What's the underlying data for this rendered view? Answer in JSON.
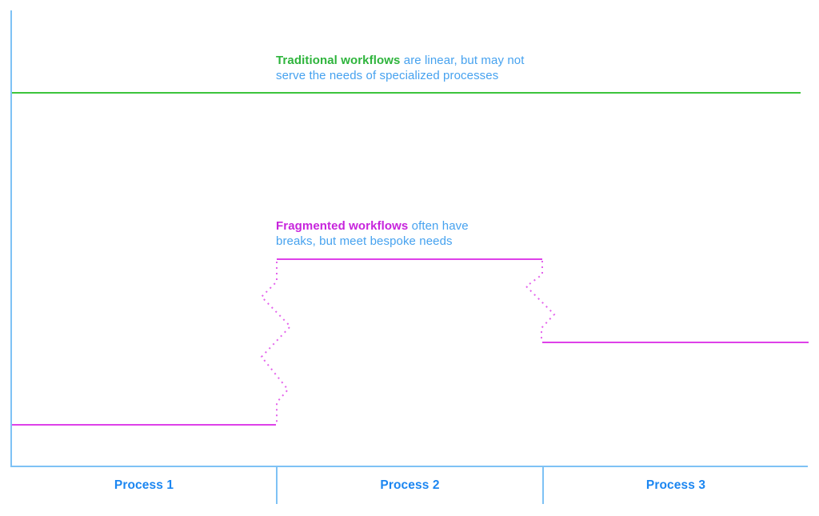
{
  "colors": {
    "axis_blue": "#7ec2f5",
    "green_line": "#3cc43c",
    "green_text": "#2eb43c",
    "magenta_line": "#de41e9",
    "magenta_dotted": "#e463ec",
    "magenta_text": "#c724dc",
    "body_blue": "#46a2ef",
    "label_blue": "#1b86f1"
  },
  "annotations": {
    "traditional": {
      "lead": "Traditional workflows",
      "line1_rest": "are linear, but may not",
      "line2": "serve the needs of specialized processes"
    },
    "fragmented": {
      "lead": "Fragmented workflows",
      "line1_rest": "often have",
      "line2": "breaks, but meet bespoke needs"
    }
  },
  "x_axis": {
    "labels": [
      "Process 1",
      "Process 2",
      "Process 3"
    ]
  },
  "chart_data": {
    "type": "line",
    "title": "",
    "xlabel": "",
    "ylabel": "",
    "grid": false,
    "legend_position": "inline-annotations",
    "x_categories": [
      "Process 1",
      "Process 2",
      "Process 3"
    ],
    "series": [
      {
        "name": "Traditional workflows",
        "style": "solid",
        "color": "green_line",
        "values_relative": [
          0.82,
          0.82,
          0.82
        ],
        "note": "single continuous horizontal line across all three processes"
      },
      {
        "name": "Fragmented workflows",
        "style": "solid segments with dotted zigzag breaks between processes",
        "color": "magenta_line",
        "values_relative": [
          0.09,
          0.455,
          0.27
        ],
        "note": "level jumps up after Process 1 and down after Process 2"
      }
    ],
    "lines": [
      {
        "name": "y-axis-line",
        "color": "axis_blue",
        "width": 2,
        "dotted": false,
        "points": [
          [
            14,
            13
          ],
          [
            14,
            583
          ]
        ]
      },
      {
        "name": "x-axis-line",
        "color": "axis_blue",
        "width": 2,
        "dotted": false,
        "points": [
          [
            13,
            583
          ],
          [
            1010,
            583
          ]
        ]
      },
      {
        "name": "x-axis-tick-1",
        "color": "axis_blue",
        "width": 2,
        "dotted": false,
        "points": [
          [
            346,
            584
          ],
          [
            346,
            630
          ]
        ]
      },
      {
        "name": "x-axis-tick-2",
        "color": "axis_blue",
        "width": 2,
        "dotted": false,
        "points": [
          [
            679,
            584
          ],
          [
            679,
            630
          ]
        ]
      },
      {
        "name": "traditional-line",
        "color": "green_line",
        "width": 2,
        "dotted": false,
        "points": [
          [
            15,
            116
          ],
          [
            1001,
            116
          ]
        ]
      },
      {
        "name": "fragmented-line-process-1",
        "color": "magenta_line",
        "width": 2,
        "dotted": false,
        "points": [
          [
            15,
            531
          ],
          [
            345,
            531
          ]
        ]
      },
      {
        "name": "fragmented-break-1-zigzag",
        "color": "magenta_dotted",
        "width": 2,
        "dotted": true,
        "points": [
          [
            346,
            327
          ],
          [
            346,
            352
          ],
          [
            327,
            371
          ],
          [
            363,
            408
          ],
          [
            327,
            446
          ],
          [
            360,
            487
          ],
          [
            346,
            503
          ],
          [
            346,
            529
          ]
        ]
      },
      {
        "name": "fragmented-line-process-2",
        "color": "magenta_line",
        "width": 2,
        "dotted": false,
        "points": [
          [
            346,
            324
          ],
          [
            678,
            324
          ]
        ]
      },
      {
        "name": "fragmented-break-2-zigzag",
        "color": "magenta_dotted",
        "width": 2,
        "dotted": true,
        "points": [
          [
            678,
            326
          ],
          [
            678,
            343
          ],
          [
            658,
            358
          ],
          [
            693,
            393
          ],
          [
            677,
            410
          ],
          [
            677,
            426
          ]
        ]
      },
      {
        "name": "fragmented-line-process-3",
        "color": "magenta_line",
        "width": 2,
        "dotted": false,
        "points": [
          [
            678,
            428
          ],
          [
            1011,
            428
          ]
        ]
      }
    ]
  }
}
